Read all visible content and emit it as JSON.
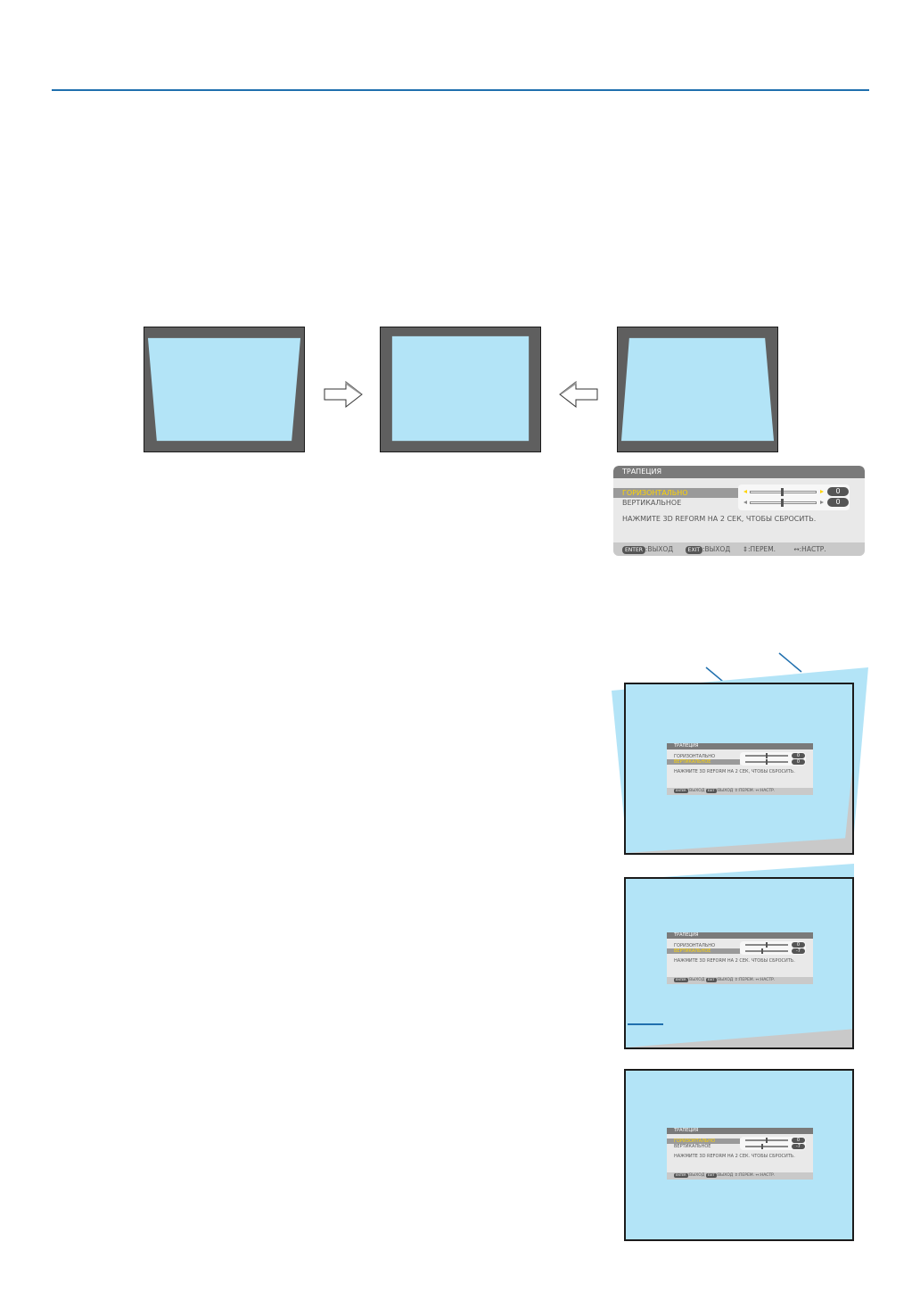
{
  "colors": {
    "accent_rule": "#1f6fae",
    "projection": "#b3e4f7",
    "frame": "#5f5f5f",
    "highlight_text": "#ffd400"
  },
  "osd": {
    "title": "ТРАПЕЦИЯ",
    "horizontal_label": "ГОРИЗОНТАЛЬНО",
    "vertical_label": "ВЕРТИКАЛЬНОЕ",
    "horizontal_value": "0",
    "vertical_value": "0",
    "message": "НАЖМИТЕ 3D REFORM НА 2 СЕК, ЧТОБЫ СБРОСИТЬ.",
    "footer": {
      "enter_key": "ENTER",
      "enter_action": ":ВЫХОД",
      "exit_key": "EXIT",
      "exit_action": ":ВЫХОД",
      "move_action": "⇕:ПЕРЕМ.",
      "adjust_action": "↔:НАСТР."
    }
  },
  "small_osd_1": {
    "horizontal_value": "0",
    "vertical_value": "0",
    "selected": "vertical",
    "message": "НАЖМИТЕ 3D REFORM НА 2 СЕК, ЧТОБЫ СБРОСИТЬ."
  },
  "small_osd_2": {
    "horizontal_value": "0",
    "vertical_value": "-7",
    "selected": "vertical",
    "message": "НАЖМИТЕ 3D REFORM НА 2 СЕК. ЧТОБЫ СБРОСИТЬ."
  },
  "small_osd_3": {
    "horizontal_value": "0",
    "vertical_value": "-7",
    "selected": "horizontal",
    "message": "НАЖМИТЕ 3D REFORM НА 2 СЕК. ЧТОБЫ СБРОСИТЬ."
  },
  "icons": [
    "arrow-right-icon",
    "arrow-left-icon"
  ]
}
